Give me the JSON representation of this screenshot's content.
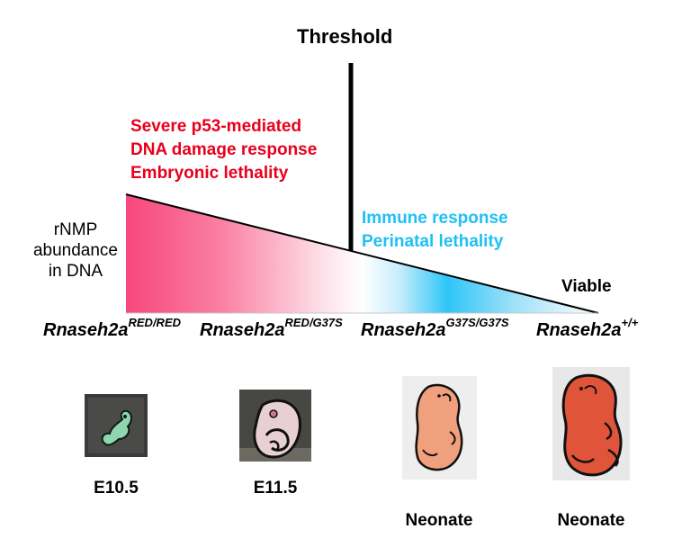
{
  "threshold_label": "Threshold",
  "severe_text": [
    "Severe p53-mediated",
    "DNA damage response",
    "Embryonic lethality"
  ],
  "immune_text": [
    "Immune response",
    "Perinatal lethality"
  ],
  "viable_label": "Viable",
  "y_axis_label": [
    "rNMP",
    "abundance",
    "in DNA"
  ],
  "genotypes": [
    {
      "base": "Rnaseh2a",
      "sup": "RED/RED"
    },
    {
      "base": "Rnaseh2a",
      "sup": "RED/G37S"
    },
    {
      "base": "Rnaseh2a",
      "sup": "G37S/G37S"
    },
    {
      "base": "Rnaseh2a",
      "sup": "+/+"
    }
  ],
  "stages": [
    "E10.5",
    "E11.5",
    "Neonate",
    "Neonate"
  ],
  "colors": {
    "pink": "#f7477d",
    "cyan": "#2ec6f7",
    "red_text": "#e8001c",
    "blue_text": "#1ec0f5"
  }
}
